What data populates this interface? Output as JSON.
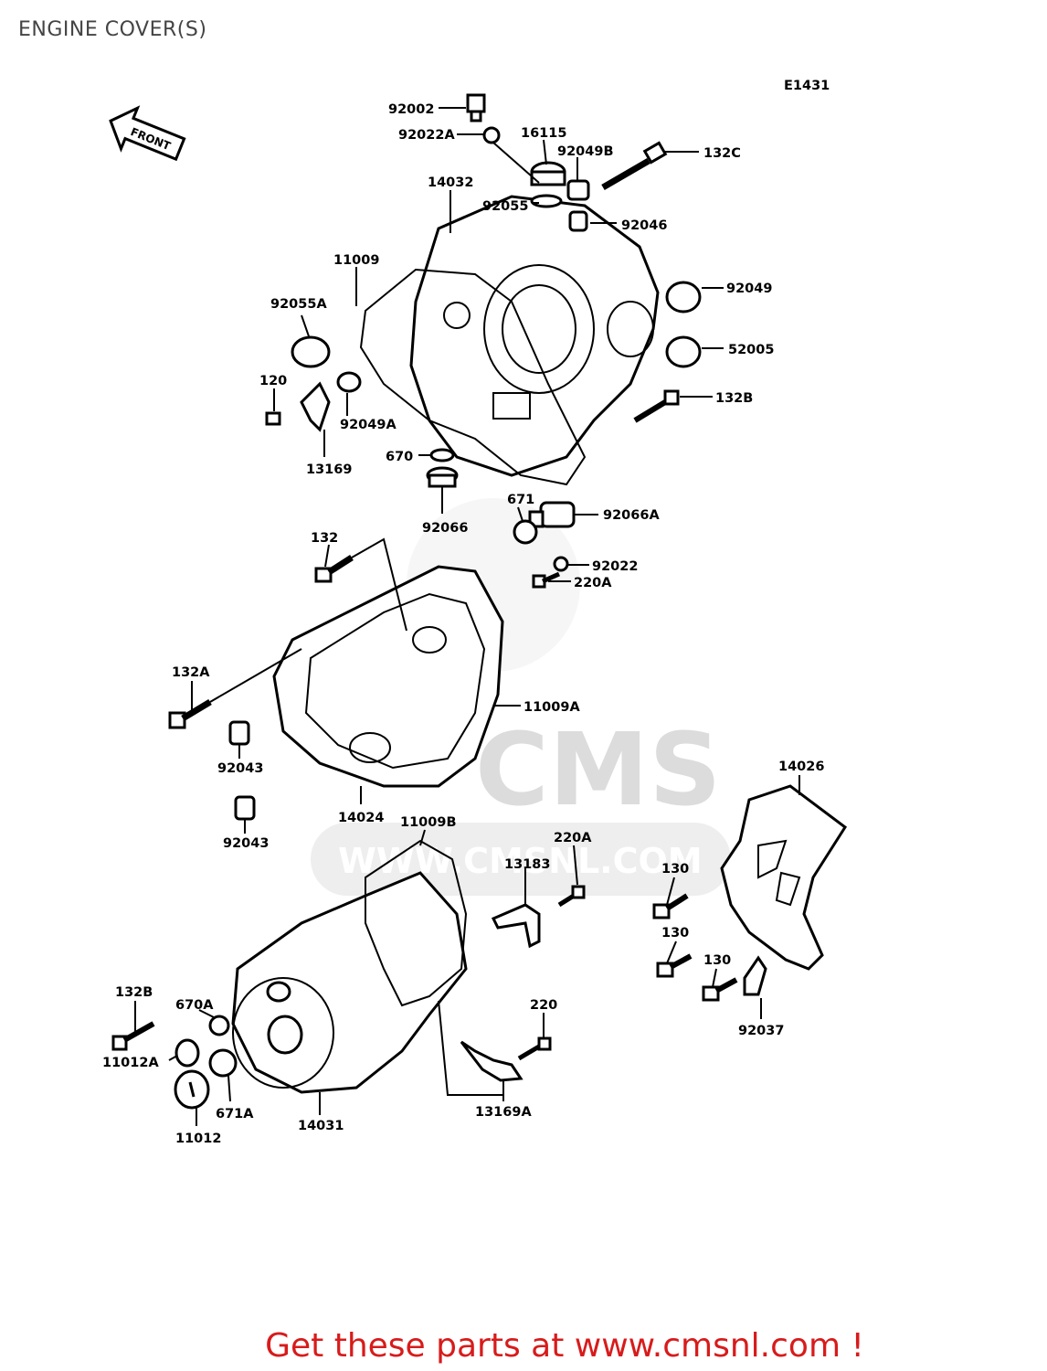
{
  "title": "ENGINE COVER(S)",
  "diagram_code": "E1431",
  "front_label": "FRONT",
  "watermark": "CMS",
  "watermark_url": "WWW.CMSNL.COM",
  "footer": "Get these parts at www.cmsnl.com !",
  "parts": {
    "p92002": "92002",
    "p92022A": "92022A",
    "p16115": "16115",
    "p92049B": "92049B",
    "p132C": "132C",
    "p14032": "14032",
    "p92055": "92055",
    "p92046": "92046",
    "p11009": "11009",
    "p92049": "92049",
    "p92055A": "92055A",
    "p52005": "52005",
    "p120": "120",
    "p92049A": "92049A",
    "p132B_top": "132B",
    "p670": "670",
    "p13169": "13169",
    "p92066": "92066",
    "p671": "671",
    "p92066A": "92066A",
    "p132": "132",
    "p92022": "92022",
    "p220A_top": "220A",
    "p132A": "132A",
    "p11009A": "11009A",
    "p92043_a": "92043",
    "p14024": "14024",
    "p92043_b": "92043",
    "p14026": "14026",
    "p11009B": "11009B",
    "p220A_mid": "220A",
    "p13183": "13183",
    "p130_a": "130",
    "p130_b": "130",
    "p130_c": "130",
    "p92037": "92037",
    "p132B_bot": "132B",
    "p670A": "670A",
    "p220": "220",
    "p11012A": "11012A",
    "p671A": "671A",
    "p14031": "14031",
    "p13169A": "13169A",
    "p11012": "11012"
  }
}
